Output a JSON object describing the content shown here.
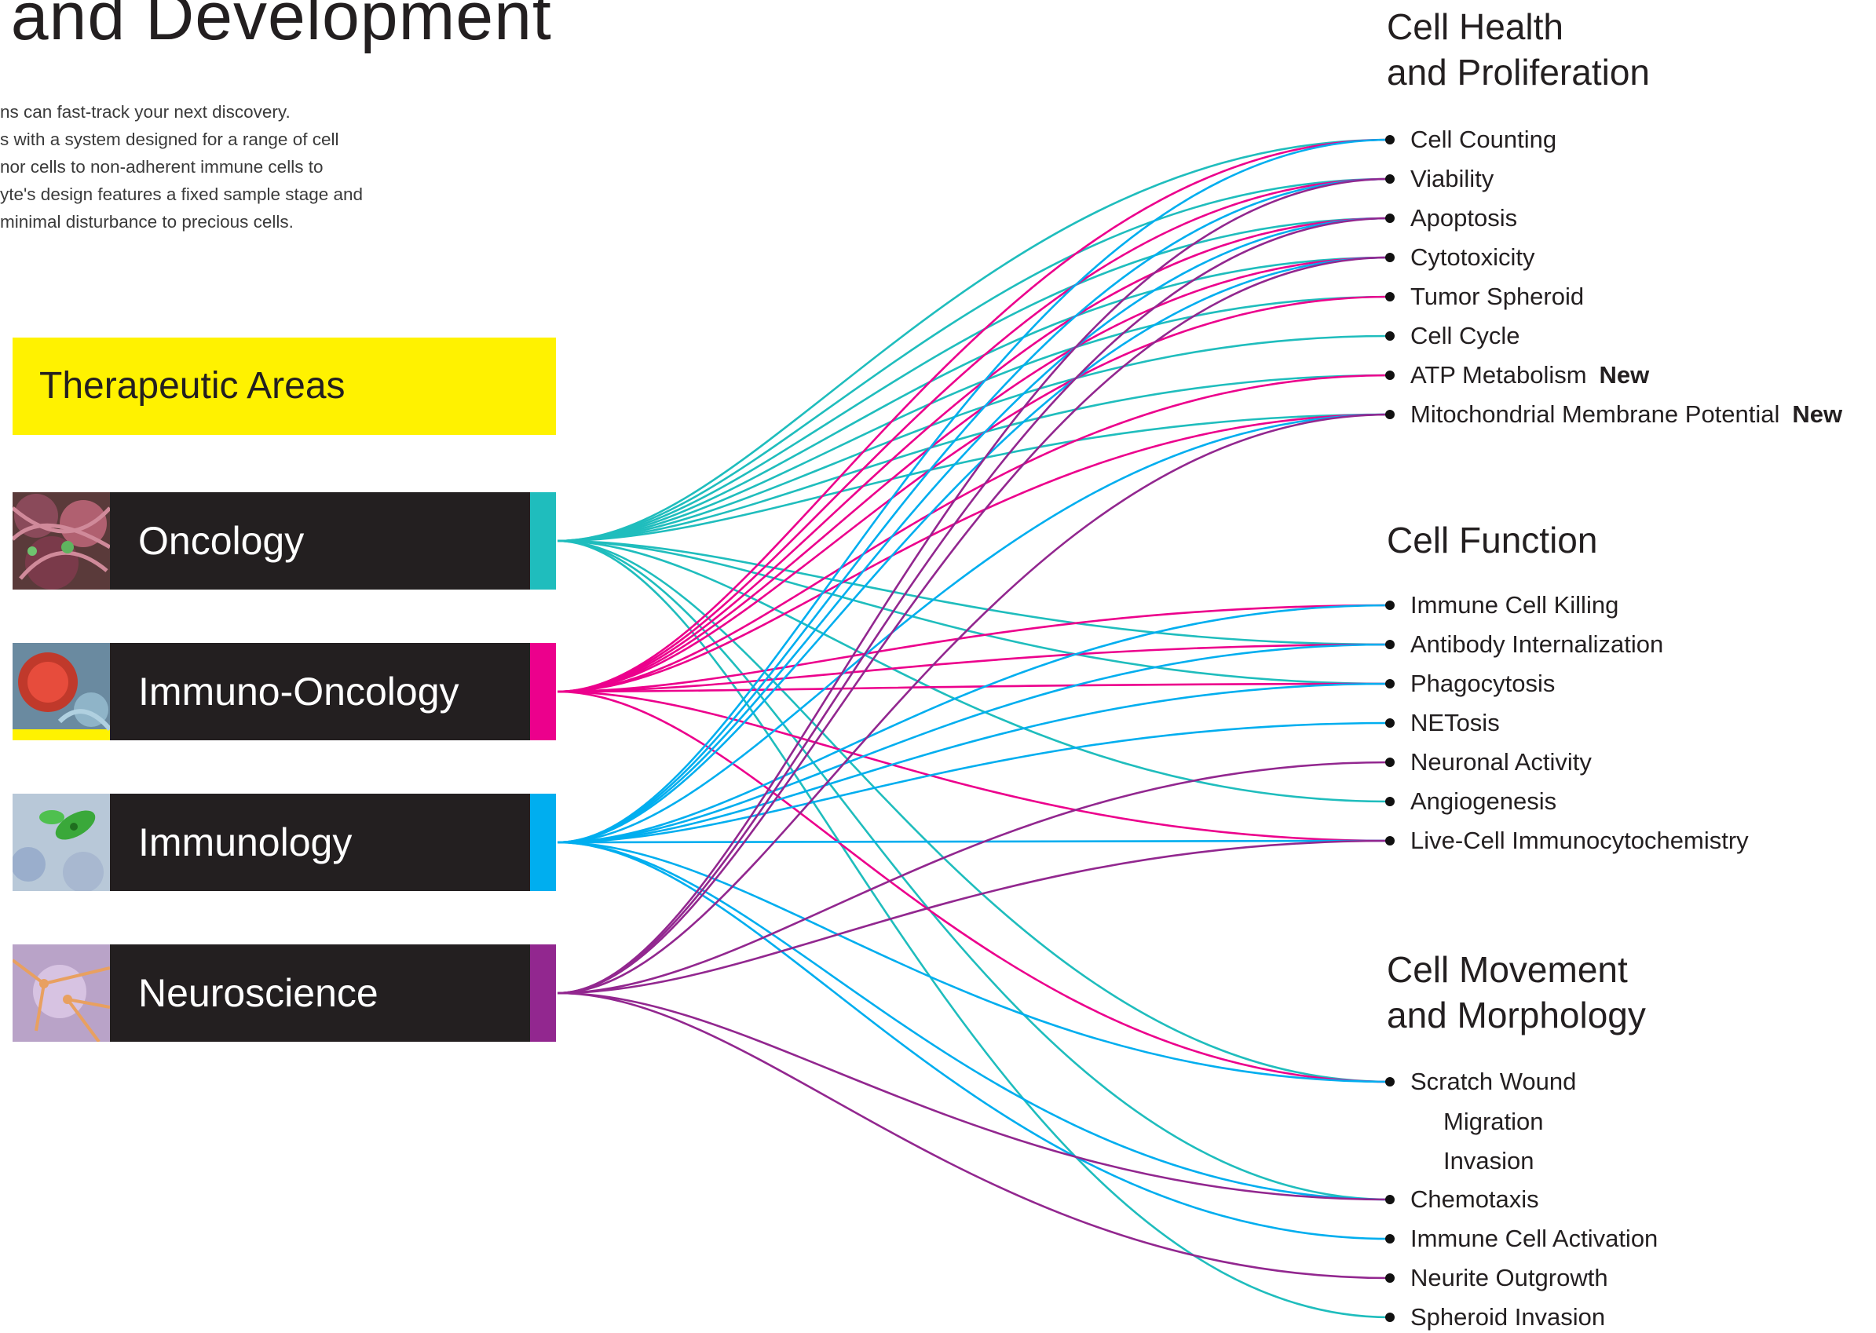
{
  "page_title": "n and Development",
  "intro_lines": [
    "ns can fast-track your next discovery.",
    "s with a system designed for a range of cell",
    "nor cells to non-adherent immune cells to",
    "yte's design features a fixed sample stage and",
    "minimal disturbance to precious cells."
  ],
  "therapeutic_header": "Therapeutic Areas",
  "therapeutic_areas": [
    {
      "label": "Oncology",
      "color": "#1fbdbd",
      "image_icon": "tumor-tissue-image"
    },
    {
      "label": "Immuno-Oncology",
      "color": "#ec008c",
      "image_icon": "immune-cell-image"
    },
    {
      "label": "Immunology",
      "color": "#00aeef",
      "image_icon": "bacteria-image"
    },
    {
      "label": "Neuroscience",
      "color": "#92278f",
      "image_icon": "neuron-image"
    }
  ],
  "groups": [
    {
      "title_lines": [
        "Cell Health",
        "and Proliferation"
      ]
    },
    {
      "title_lines": [
        "Cell Function"
      ]
    },
    {
      "title_lines": [
        "Cell Movement",
        "and Morphology"
      ]
    }
  ],
  "assays": [
    {
      "label": "Cell Counting",
      "badge": ""
    },
    {
      "label": "Viability",
      "badge": ""
    },
    {
      "label": "Apoptosis",
      "badge": ""
    },
    {
      "label": "Cytotoxicity",
      "badge": ""
    },
    {
      "label": "Tumor Spheroid",
      "badge": ""
    },
    {
      "label": "Cell Cycle",
      "badge": ""
    },
    {
      "label": "ATP Metabolism",
      "badge": "New"
    },
    {
      "label": "Mitochondrial Membrane Potential",
      "badge": "New"
    },
    {
      "label": "Immune Cell Killing",
      "badge": ""
    },
    {
      "label": "Antibody Internalization",
      "badge": ""
    },
    {
      "label": "Phagocytosis",
      "badge": ""
    },
    {
      "label": "NETosis",
      "badge": ""
    },
    {
      "label": "Neuronal Activity",
      "badge": ""
    },
    {
      "label": "Angiogenesis",
      "badge": ""
    },
    {
      "label": "Live-Cell Immunocytochemistry",
      "badge": ""
    },
    {
      "label": "Scratch Wound",
      "badge": ""
    },
    {
      "label": "Chemotaxis",
      "badge": ""
    },
    {
      "label": "Immune Cell Activation",
      "badge": ""
    },
    {
      "label": "Neurite Outgrowth",
      "badge": ""
    },
    {
      "label": "Spheroid Invasion",
      "badge": ""
    }
  ],
  "scratch_wound_subitems": [
    "Migration",
    "Invasion"
  ],
  "connections": {
    "Oncology": [
      "Cell Counting",
      "Viability",
      "Apoptosis",
      "Cytotoxicity",
      "Tumor Spheroid",
      "Cell Cycle",
      "ATP Metabolism",
      "Mitochondrial Membrane Potential",
      "Antibody Internalization",
      "Phagocytosis",
      "Angiogenesis",
      "Scratch Wound",
      "Chemotaxis",
      "Spheroid Invasion"
    ],
    "Immuno-Oncology": [
      "Cell Counting",
      "Viability",
      "Apoptosis",
      "Cytotoxicity",
      "Tumor Spheroid",
      "ATP Metabolism",
      "Mitochondrial Membrane Potential",
      "Immune Cell Killing",
      "Antibody Internalization",
      "Phagocytosis",
      "Live-Cell Immunocytochemistry",
      "Scratch Wound"
    ],
    "Immunology": [
      "Cell Counting",
      "Viability",
      "Apoptosis",
      "Cytotoxicity",
      "Mitochondrial Membrane Potential",
      "Immune Cell Killing",
      "Antibody Internalization",
      "Phagocytosis",
      "NETosis",
      "Live-Cell Immunocytochemistry",
      "Scratch Wound",
      "Chemotaxis",
      "Immune Cell Activation"
    ],
    "Neuroscience": [
      "Viability",
      "Apoptosis",
      "Cytotoxicity",
      "Mitochondrial Membrane Potential",
      "Neuronal Activity",
      "Live-Cell Immunocytochemistry",
      "Chemotaxis",
      "Neurite Outgrowth"
    ]
  }
}
